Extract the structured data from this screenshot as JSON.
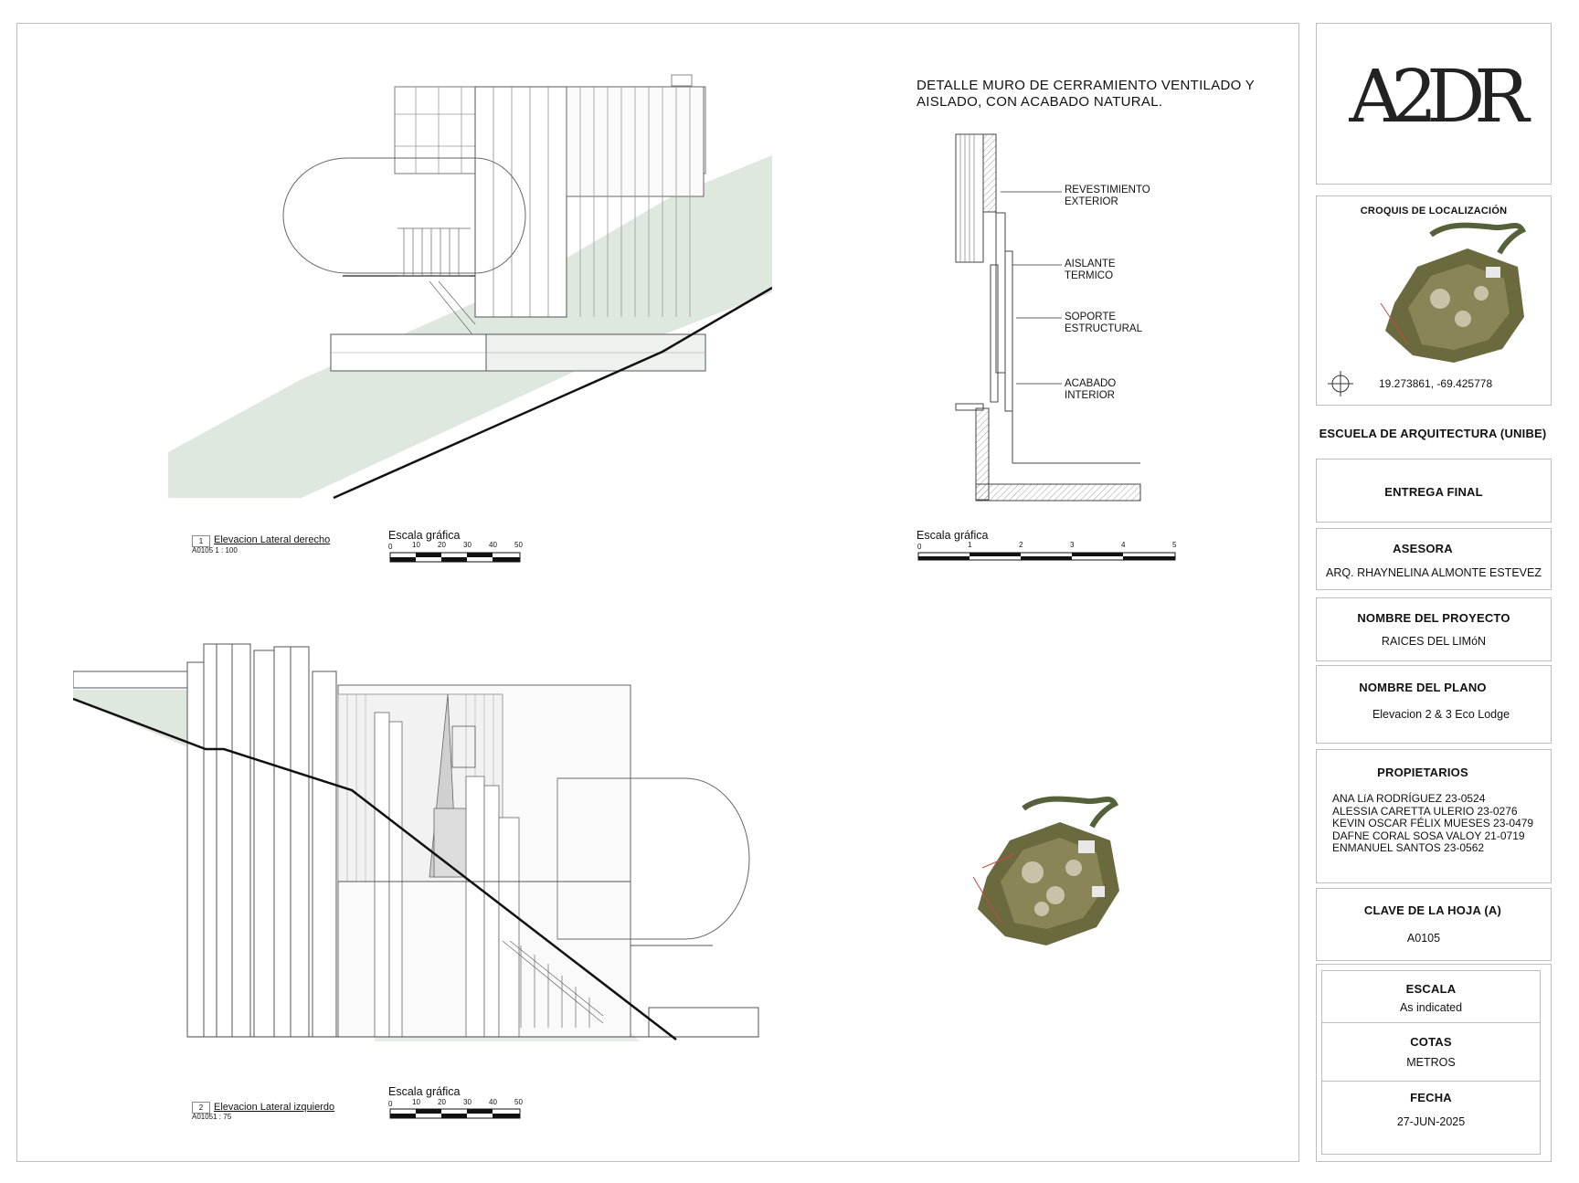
{
  "detail": {
    "title_line1": "DETALLE MURO DE CERRAMIENTO VENTILADO Y",
    "title_line2": "AISLADO, CON ACABADO NATURAL.",
    "labels": [
      {
        "line1": "REVESTIMIENTO",
        "line2": "EXTERIOR"
      },
      {
        "line1": "AISLANTE",
        "line2": "TERMICO"
      },
      {
        "line1": "SOPORTE",
        "line2": "ESTRUCTURAL"
      },
      {
        "line1": "ACABADO",
        "line2": "INTERIOR"
      }
    ],
    "scale_label": "Escala gráfica",
    "scale_ticks": [
      "0",
      "1",
      "2",
      "3",
      "4",
      "5"
    ]
  },
  "elevation1": {
    "number": "1",
    "title": "Elevacion Lateral derecho",
    "sheet_scale": "A0105 1 : 100",
    "scale_label": "Escala gráfica",
    "scale_ticks": [
      "0",
      "10",
      "20",
      "30",
      "40",
      "50"
    ]
  },
  "elevation2": {
    "number": "2",
    "title": "Elevacion Lateral izquierdo",
    "sheet_scale": "A01051 : 75",
    "scale_label": "Escala gráfica",
    "scale_ticks": [
      "0",
      "10",
      "20",
      "30",
      "40",
      "50"
    ]
  },
  "titleblock": {
    "logo_text": "A2DR",
    "croquis_title": "CROQUIS DE LOCALIZACIÓN",
    "coordinates": "19.273861, -69.425778",
    "school": "ESCUELA DE ARQUITECTURA (UNIBE)",
    "delivery": "ENTREGA FINAL",
    "advisor_title": "ASESORA",
    "advisor_name": "ARQ. RHAYNELINA ALMONTE ESTEVEZ",
    "project_title": "NOMBRE DEL PROYECTO",
    "project_name": "RAICES DEL LIMóN",
    "plan_title": "NOMBRE DEL PLANO",
    "plan_name": "Elevacion 2 & 3 Eco Lodge",
    "owners_title": "PROPIETARIOS",
    "owners": [
      "ANA LíA RODRÍGUEZ 23-0524",
      "ALESSIA CARETTA ULERIO 23-0276",
      "KEVIN OSCAR FÉLIX MUESES 23-0479",
      "DAFNE CORAL SOSA VALOY 21-0719",
      "ENMANUEL SANTOS 23-0562"
    ],
    "sheet_key_title": "CLAVE DE LA HOJA (A)",
    "sheet_key": "A0105",
    "scale_title": "ESCALA",
    "scale_value": "As indicated",
    "units_title": "COTAS",
    "units_value": "METROS",
    "date_title": "FECHA",
    "date_value": "27-JUN-2025"
  },
  "colors": {
    "terrain": "#dfe8df",
    "line": "#111111",
    "frame": "#bdbdbd",
    "vegetation": "#55613a"
  }
}
